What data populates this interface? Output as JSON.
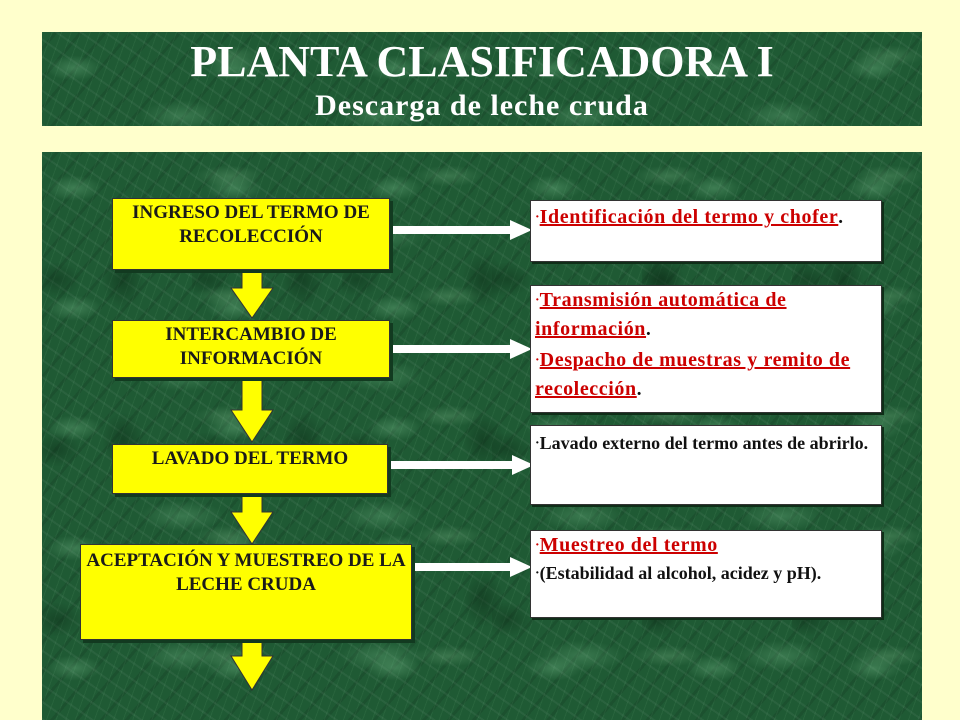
{
  "header": {
    "title": "PLANTA CLASIFICADORA I",
    "subtitle": "Descarga de leche cruda"
  },
  "steps": [
    {
      "label": "INGRESO DEL TERMO DE RECOLECCIÓN"
    },
    {
      "label": "INTERCAMBIO DE INFORMACIÓN"
    },
    {
      "label": "LAVADO DEL TERMO"
    },
    {
      "label": "ACEPTACIÓN Y MUESTREO DE LA LECHE CRUDA"
    }
  ],
  "details": [
    {
      "items": [
        {
          "bullet": "·",
          "text": "Identificación del termo y chofer",
          "suffix": "."
        }
      ]
    },
    {
      "items": [
        {
          "bullet": "·",
          "text": "Transmisión automática de información",
          "suffix": "."
        },
        {
          "bullet": "·",
          "text": "Despacho de muestras y remito de recolección",
          "suffix": "."
        }
      ]
    },
    {
      "items": [
        {
          "bullet": "·",
          "text": "Lavado externo del termo antes de abrirlo."
        }
      ]
    },
    {
      "items": [
        {
          "bullet": "·",
          "text": "Muestreo del termo"
        },
        {
          "bullet": "·",
          "text": "(Estabilidad al alcohol, acidez y pH)."
        }
      ]
    }
  ],
  "colors": {
    "background": "#ffffcc",
    "panel": "#1f5a34",
    "step_fill": "#ffff00",
    "arrow_down": "#ffff00",
    "arrow_right": "#ffffff",
    "link_text": "#cc0000"
  }
}
